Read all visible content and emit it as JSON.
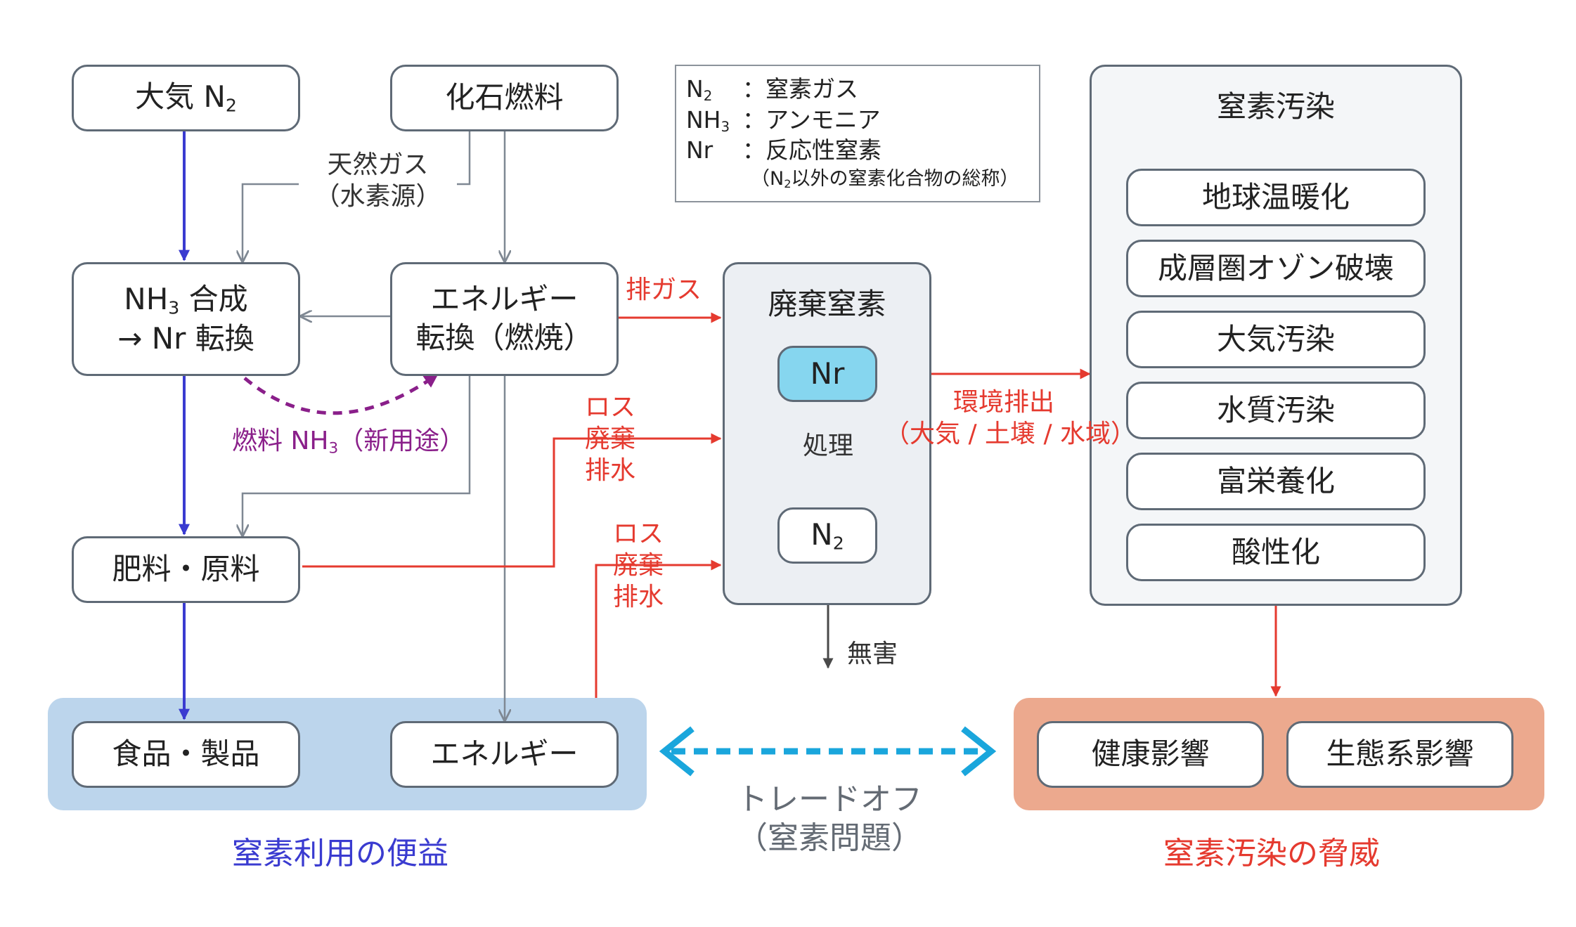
{
  "nodes": {
    "atmospheric_n2": {
      "label": "大気 N",
      "sub": "2"
    },
    "fossil_fuel": {
      "label": "化石燃料"
    },
    "nh3_synthesis": {
      "line1_pre": "NH",
      "line1_sub": "3",
      "line1_post": " 合成",
      "line2": "→ Nr 転換"
    },
    "energy_conversion": {
      "line1": "エネルギー",
      "line2": "転換（燃焼）"
    },
    "fertilizer": {
      "label": "肥料・原料"
    },
    "food_products": {
      "label": "食品・製品"
    },
    "energy_product": {
      "label": "エネルギー"
    },
    "waste_nitrogen": {
      "title": "廃棄窒素",
      "nr": "Nr",
      "treatment": "処理",
      "n2_pre": "N",
      "n2_sub": "2",
      "harmless": "無害"
    },
    "nitrogen_pollution": {
      "title": "窒素汚染",
      "items": [
        "地球温暖化",
        "成層圏オゾン破壊",
        "大気汚染",
        "水質汚染",
        "富栄養化",
        "酸性化"
      ]
    },
    "health_impact": {
      "label": "健康影響"
    },
    "ecosystem_impact": {
      "label": "生態系影響"
    }
  },
  "legend": {
    "rows": [
      {
        "key_pre": "N",
        "key_sub": "2",
        "value": "：窒素ガス"
      },
      {
        "key_pre": "NH",
        "key_sub": "3",
        "value": "：アンモニア"
      },
      {
        "key_pre": "Nr",
        "key_sub": "",
        "value": "：反応性窒素"
      }
    ],
    "note_pre": "（N",
    "note_sub": "2",
    "note_post": "以外の窒素化合物の総称）"
  },
  "labels": {
    "natural_gas_line1": "天然ガス",
    "natural_gas_line2": "（水素源）",
    "exhaust_gas": "排ガス",
    "loss_waste_1": [
      "ロス",
      "廃棄",
      "排水"
    ],
    "loss_waste_2": [
      "ロス",
      "廃棄",
      "排水"
    ],
    "fuel_nh3_pre": "燃料 NH",
    "fuel_nh3_sub": "3",
    "fuel_nh3_post": "（新用途）",
    "env_emission_line1": "環境排出",
    "env_emission_line2": "（大気 / 土壌 / 水域）",
    "tradeoff_line1": "トレードオフ",
    "tradeoff_line2": "（窒素問題）"
  },
  "captions": {
    "benefit": "窒素利用の便益",
    "threat": "窒素汚染の脅威"
  },
  "colors": {
    "blue_flow": "#3a3bd0",
    "red_flow": "#e53a2f",
    "gray_flow": "#7f8893",
    "purple_flow": "#8a1f8a",
    "tradeoff": "#1aa6dc",
    "benefit_panel": "#bcd5ec",
    "threat_panel": "#eca98e",
    "nr_fill": "#86d6ef"
  }
}
